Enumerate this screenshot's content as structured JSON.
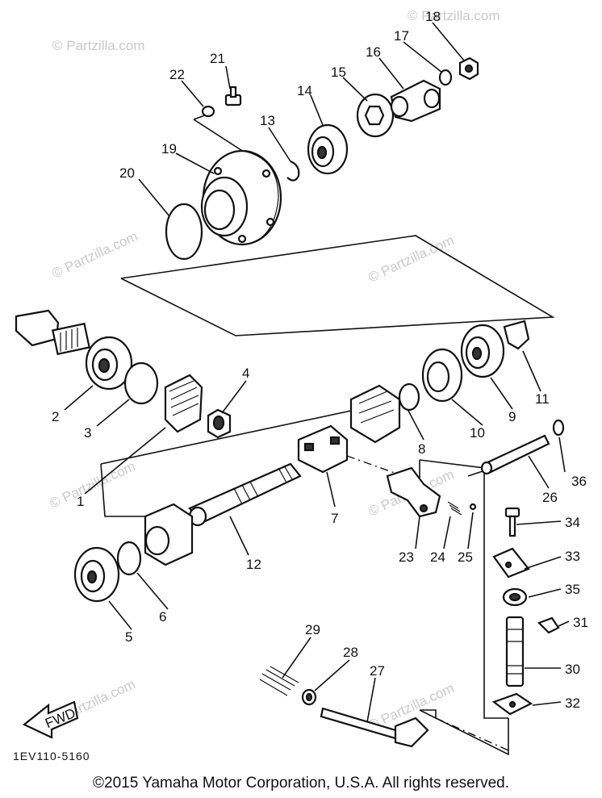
{
  "diagram": {
    "watermark": "© Partzilla.com",
    "fwd_label": "FWD",
    "diagram_code": "1EV110-5160",
    "callouts": [
      "1",
      "2",
      "3",
      "4",
      "5",
      "6",
      "7",
      "8",
      "9",
      "10",
      "11",
      "12",
      "13",
      "14",
      "15",
      "16",
      "17",
      "18",
      "19",
      "20",
      "21",
      "22",
      "23",
      "24",
      "25",
      "26",
      "27",
      "28",
      "29",
      "30",
      "31",
      "32",
      "33",
      "34",
      "35",
      "36"
    ]
  },
  "footer": {
    "copyright": "©2015  Yamaha Motor Corporation, U.S.A. All rights reserved."
  }
}
